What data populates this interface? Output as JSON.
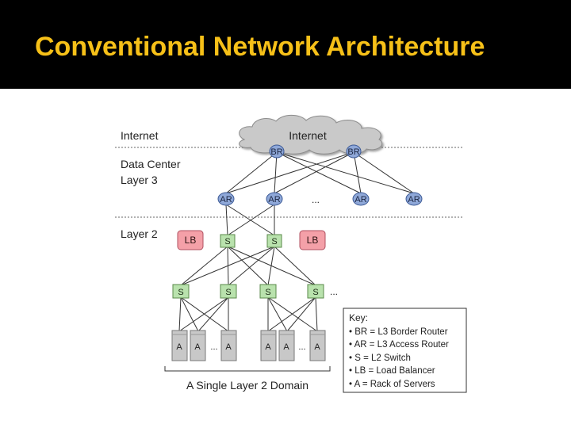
{
  "slide": {
    "title": "Conventional Network Architecture"
  },
  "diagram": {
    "sections": {
      "internet": "Internet",
      "data_center_line1": "Data Center",
      "data_center_line2": "Layer 3",
      "layer2": "Layer 2"
    },
    "cloud_label": "Internet",
    "node_labels": {
      "border_router": "BR",
      "access_router": "AR",
      "load_balancer": "LB",
      "switch": "S",
      "rack": "A"
    },
    "ellipsis": "...",
    "domain_label": "A Single Layer 2 Domain",
    "key": {
      "title": "Key:",
      "items": [
        "BR = L3 Border Router",
        "AR = L3 Access Router",
        "S = L2 Switch",
        "LB = Load Balancer",
        "A = Rack of Servers"
      ]
    }
  },
  "colors": {
    "title": "#f6c018",
    "router": "#8fa8d8",
    "switch": "#b9e2ad",
    "load_balancer": "#f4a0a8",
    "rack": "#c8c8c8",
    "cloud": "#c9c9c9"
  }
}
